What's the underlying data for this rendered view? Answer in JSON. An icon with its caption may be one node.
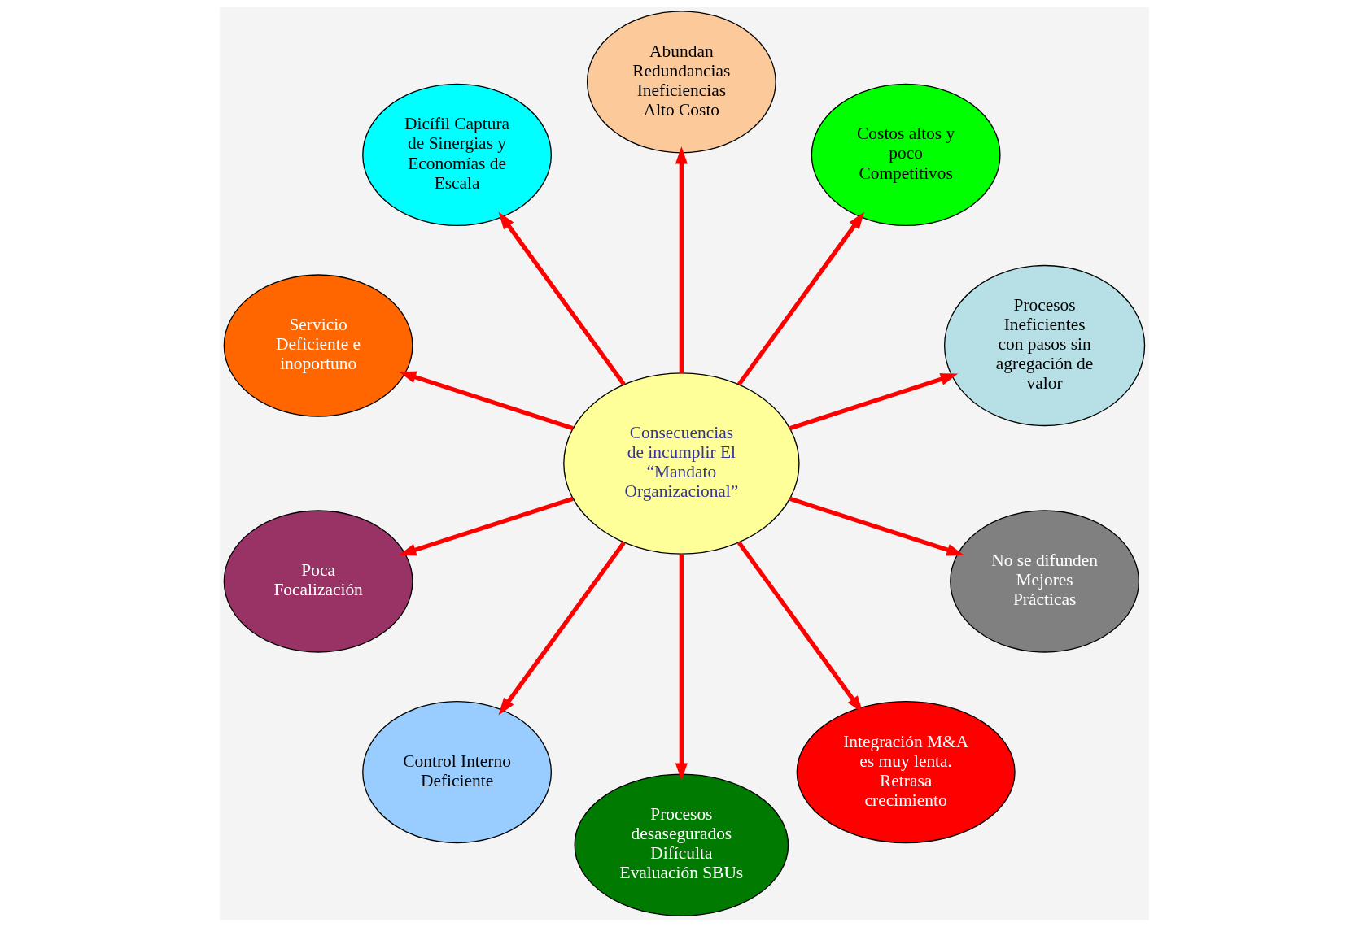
{
  "diagram": {
    "nodes": [
      {
        "text": [
          "Consecuencias de incumplir El “Mandato Organizacional”"
        ]
      },
      {
        "text": [
          "Procesos Ineficientes con pasos sin agregación de valor"
        ]
      },
      {
        "text": [
          "Costos altos y poco Competitivos"
        ]
      },
      {
        "text": [
          "Abundan Redundancias Ineficiencias Alto Costo"
        ]
      },
      {
        "text": [
          "Dicífil Captura de Sinergias y Economías de Escala"
        ]
      },
      {
        "text": [
          "Servicio Deficiente e inoportuno"
        ]
      },
      {
        "text": [
          "Poca Focalización"
        ]
      },
      {
        "text": [
          "Control Interno Deficiente"
        ]
      },
      {
        "text": [
          "Procesos desasegurados Difículta Evaluación SBUs"
        ]
      },
      {
        "text": [
          "Integración M&A es muy lenta. Retrasa crecimiento"
        ]
      },
      {
        "text": [
          "No se difunden Mejores Prácticas"
        ]
      }
    ],
    "edges": [
      {
        "from": 0,
        "to": 1,
        "arrow": "to"
      },
      {
        "from": 0,
        "to": 2,
        "arrow": "to"
      },
      {
        "from": 0,
        "to": 3,
        "arrow": "to"
      },
      {
        "from": 0,
        "to": 4,
        "arrow": "to"
      },
      {
        "from": 0,
        "to": 5,
        "arrow": "to"
      },
      {
        "from": 0,
        "to": 6,
        "arrow": "to"
      },
      {
        "from": 0,
        "to": 7,
        "arrow": "to"
      },
      {
        "from": 0,
        "to": 8,
        "arrow": "to"
      },
      {
        "from": 0,
        "to": 9,
        "arrow": "to"
      },
      {
        "from": 0,
        "to": 10,
        "arrow": "to"
      }
    ]
  }
}
